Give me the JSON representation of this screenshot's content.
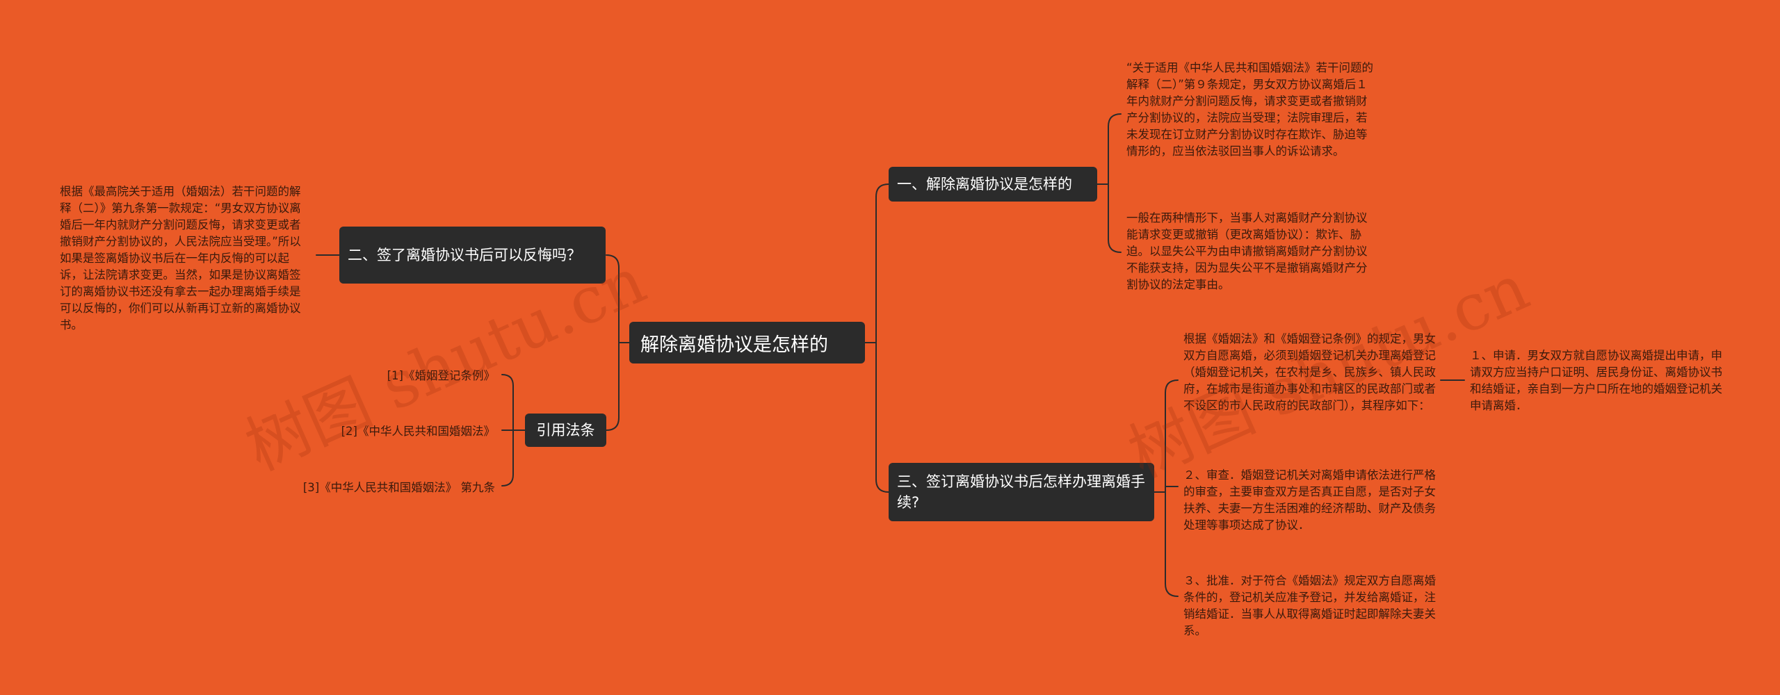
{
  "root": {
    "label": "解除离婚协议是怎样的"
  },
  "branches": {
    "b1": {
      "label": "一、解除离婚协议是怎样的",
      "leaves": [
        "“关于适用《中华人民共和国婚姻法》若干问题的解释（二）”第９条规定，男女双方协议离婚后１年内就财产分割问题反悔，请求变更或者撤销财产分割协议的，法院应当受理；法院审理后，若未发现在订立财产分割协议时存在欺诈、胁迫等情形的，应当依法驳回当事人的诉讼请求。",
        "一般在两种情形下，当事人对离婚财产分割协议能请求变更或撤销（更改离婚协议）：欺诈、胁迫。以显失公平为由申请撤销离婚财产分割协议不能获支持，因为显失公平不是撤销离婚财产分割协议的法定事由。"
      ]
    },
    "b2": {
      "label": "二、签了离婚协议书后可以反悔吗？",
      "leaves": [
        "根据《最高院关于适用（婚姻法）若干问题的解释（二）》第九条第一款规定：“男女双方协议离婚后一年内就财产分割问题反悔，请求变更或者撤销财产分割协议的，人民法院应当受理。”所以如果是签离婚协议书后在一年内反悔的可以起诉，让法院请求变更。当然，如果是协议离婚签订的离婚协议书还没有拿去一起办理离婚手续是可以反悔的，你们可以从新再订立新的离婚协议书。"
      ]
    },
    "b3": {
      "label": "三、签订离婚协议书后怎样办理离婚手续?",
      "intro": "根据《婚姻法》和《婚姻登记条例》的规定，男女双方自愿离婚，必须到婚姻登记机关办理离婚登记（婚姻登记机关，在农村是乡、民族乡、镇人民政府，在城市是街道办事处和市辖区的民政部门或者不设区的市人民政府的民政部门），其程序如下：",
      "steps": [
        "１、申请．男女双方就自愿协议离婚提出申请，申请双方应当持户口证明、居民身份证、离婚协议书和结婚证，亲自到一方户口所在地的婚姻登记机关申请离婚．",
        "２、审查．婚姻登记机关对离婚申请依法进行严格的审查，主要审查双方是否真正自愿，是否对子女扶养、夫妻一方生活困难的经济帮助、财产及债务处理等事项达成了协议．",
        "３、批准．对于符合《婚姻法》规定双方自愿离婚条件的，登记机关应准予登记，并发给离婚证，注销结婚证．当事人从取得离婚证时起即解除夫妻关系。"
      ]
    },
    "refs": {
      "label": "引用法条",
      "items": [
        "[1]《婚姻登记条例》",
        "[2]《中华人民共和国婚姻法》",
        "[3]《中华人民共和国婚姻法》 第九条"
      ]
    }
  },
  "watermarks": [
    "树图 shutu.cn",
    "树图 shutu.cn"
  ],
  "colors": {
    "background": "#ea5a27",
    "node": "#2b2b2b",
    "node_text": "#ffffff",
    "line": "#2b2b2b"
  }
}
